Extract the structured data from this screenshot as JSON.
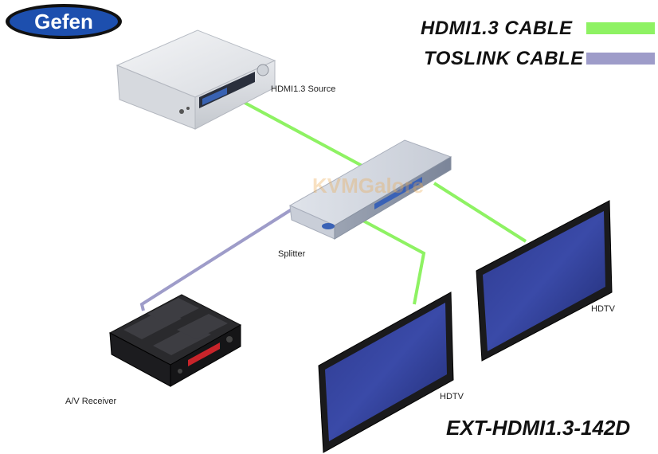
{
  "brand": {
    "logo_text": "Gefen"
  },
  "legend": {
    "hdmi_label": "HDMI1.3 CABLE",
    "toslink_label": "TOSLINK CABLE",
    "hdmi_color": "#8ef263",
    "toslink_color": "#9e9cc9"
  },
  "devices": {
    "source": "HDMI1.3 Source",
    "splitter": "Splitter",
    "receiver": "A/V Receiver",
    "hdtv_right": "HDTV",
    "hdtv_left": "HDTV"
  },
  "watermark": "KVMGalore",
  "model_number": "EXT-HDMI1.3-142D"
}
